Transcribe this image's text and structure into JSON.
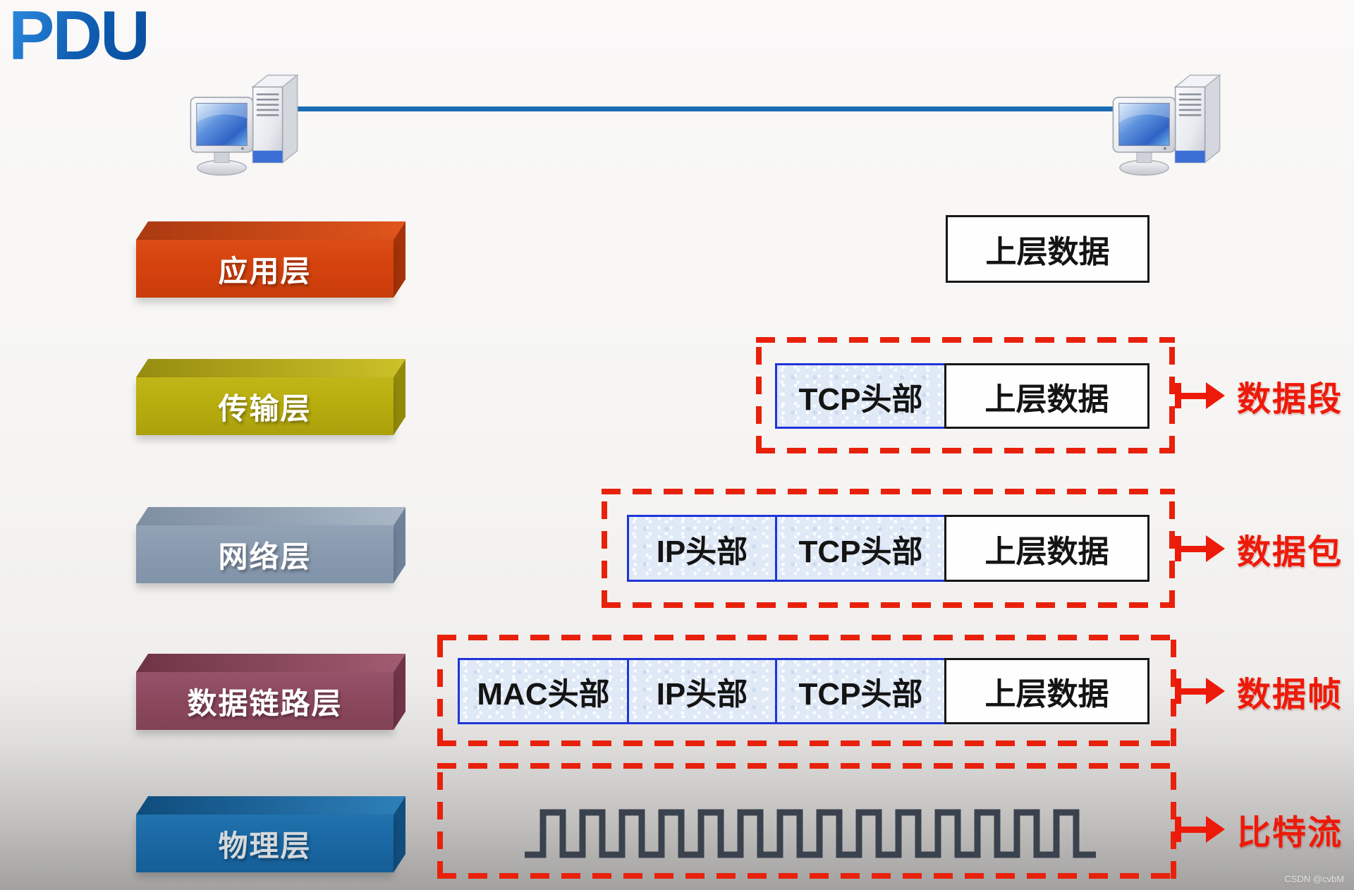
{
  "title": "PDU",
  "diagram": {
    "layers": [
      {
        "label": "应用层",
        "color": "#d5420e"
      },
      {
        "label": "传输层",
        "color": "#b8ad0e"
      },
      {
        "label": "网络层",
        "color": "#8a9bb0"
      },
      {
        "label": "数据链路层",
        "color": "#8c495e"
      },
      {
        "label": "物理层",
        "color": "#1a68a4"
      }
    ],
    "rows": {
      "application": {
        "data": "上层数据"
      },
      "transport": {
        "tcp": "TCP头部",
        "data": "上层数据",
        "tag": "数据段"
      },
      "network": {
        "ip": "IP头部",
        "tcp": "TCP头部",
        "data": "上层数据",
        "tag": "数据包"
      },
      "datalink": {
        "mac": "MAC头部",
        "ip": "IP头部",
        "tcp": "TCP头部",
        "data": "上层数据",
        "tag": "数据帧"
      },
      "physical": {
        "tag": "比特流",
        "wave_cycles": 14
      }
    },
    "colors": {
      "accent_red": "#ee1a09",
      "dashed_outline_red": "#e8210c",
      "header_cell_border_blue": "#1f35d8",
      "header_cell_bg": "#e0e9f6",
      "data_cell_border": "#161616",
      "title_blue": "#1165c0",
      "link_line_blue": "#1b6db3",
      "wave_color": "#3a424d"
    }
  },
  "watermark": "CSDN @cvbM"
}
